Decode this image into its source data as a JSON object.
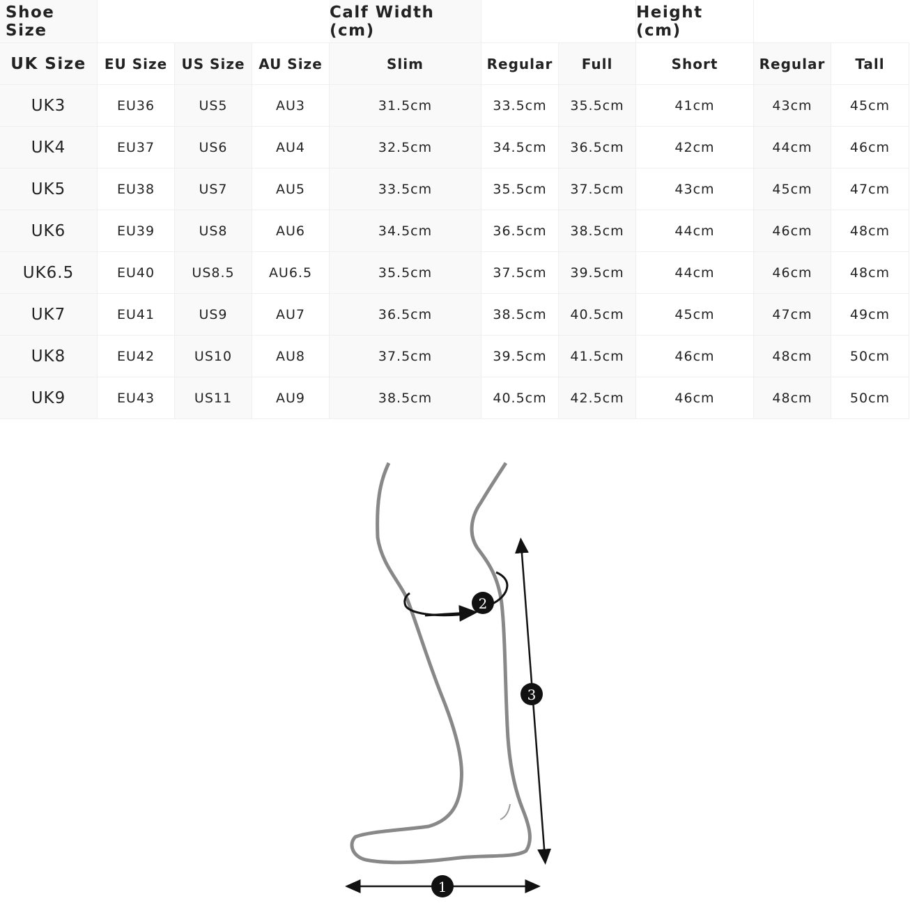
{
  "group_headers": {
    "shoe_size": "Shoe Size",
    "calf_width": "Calf Width (cm)",
    "height": "Height (cm)"
  },
  "columns": [
    "UK Size",
    "EU Size",
    "US Size",
    "AU Size",
    "Slim",
    "Regular",
    "Full",
    "Short",
    "Regular",
    "Tall"
  ],
  "rows": [
    [
      "UK3",
      "EU36",
      "US5",
      "AU3",
      "31.5cm",
      "33.5cm",
      "35.5cm",
      "41cm",
      "43cm",
      "45cm"
    ],
    [
      "UK4",
      "EU37",
      "US6",
      "AU4",
      "32.5cm",
      "34.5cm",
      "36.5cm",
      "42cm",
      "44cm",
      "46cm"
    ],
    [
      "UK5",
      "EU38",
      "US7",
      "AU5",
      "33.5cm",
      "35.5cm",
      "37.5cm",
      "43cm",
      "45cm",
      "47cm"
    ],
    [
      "UK6",
      "EU39",
      "US8",
      "AU6",
      "34.5cm",
      "36.5cm",
      "38.5cm",
      "44cm",
      "46cm",
      "48cm"
    ],
    [
      "UK6.5",
      "EU40",
      "US8.5",
      "AU6.5",
      "35.5cm",
      "37.5cm",
      "39.5cm",
      "44cm",
      "46cm",
      "48cm"
    ],
    [
      "UK7",
      "EU41",
      "US9",
      "AU7",
      "36.5cm",
      "38.5cm",
      "40.5cm",
      "45cm",
      "47cm",
      "49cm"
    ],
    [
      "UK8",
      "EU42",
      "US10",
      "AU8",
      "37.5cm",
      "39.5cm",
      "41.5cm",
      "46cm",
      "48cm",
      "50cm"
    ],
    [
      "UK9",
      "EU43",
      "US11",
      "AU9",
      "38.5cm",
      "40.5cm",
      "42.5cm",
      "46cm",
      "48cm",
      "50cm"
    ]
  ],
  "diagram": {
    "markers": [
      "1",
      "2",
      "3"
    ]
  }
}
